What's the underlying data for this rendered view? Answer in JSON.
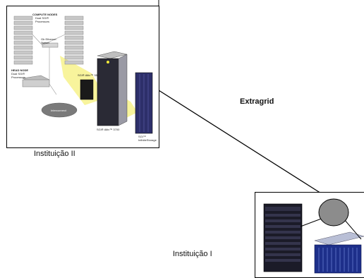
{
  "labels": {
    "extragrid": "Extragrid",
    "institution_2": "Instituição II",
    "institution_1": "Instituição I"
  },
  "diagram_text": {
    "compute_nodes": "COMPUTE NODES",
    "compute_sub": "Dual SGI® Processors",
    "gb_switch": "Gb Ethernet Switch",
    "head_node": "HEAD NODE",
    "head_sub": "Dual SGI® Processors",
    "server_left": "SGI® Altix™ 350",
    "interconnect": "Interconnect",
    "server_main": "SGI® Altix™ 3700",
    "storage": "SGI™ InfiniteStorage"
  },
  "colors": {
    "link": "#000000",
    "cloud_node": "#8c8c8c",
    "highlight": "#f2ea3a"
  }
}
